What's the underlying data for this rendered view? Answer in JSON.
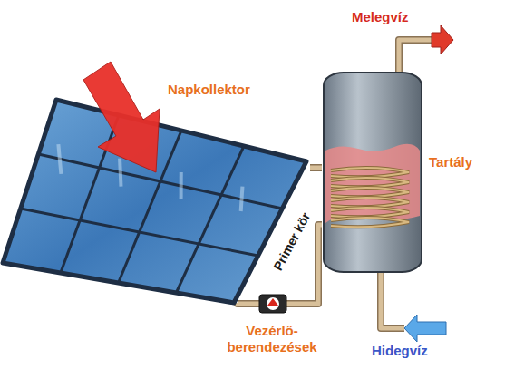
{
  "diagram": {
    "nodes": [
      {
        "text": [
          "Napkollektor"
        ]
      },
      {
        "text": [
          "Tartály"
        ]
      }
    ],
    "edges": [
      {
        "from": 0,
        "to": 1,
        "arrow": "none"
      },
      {
        "from": 0,
        "to": 1,
        "arrow": "none"
      }
    ],
    "labels": [
      "Melegvíz",
      "Primer kör",
      "Vezérlő- berendezések",
      "Hidegvíz"
    ]
  }
}
